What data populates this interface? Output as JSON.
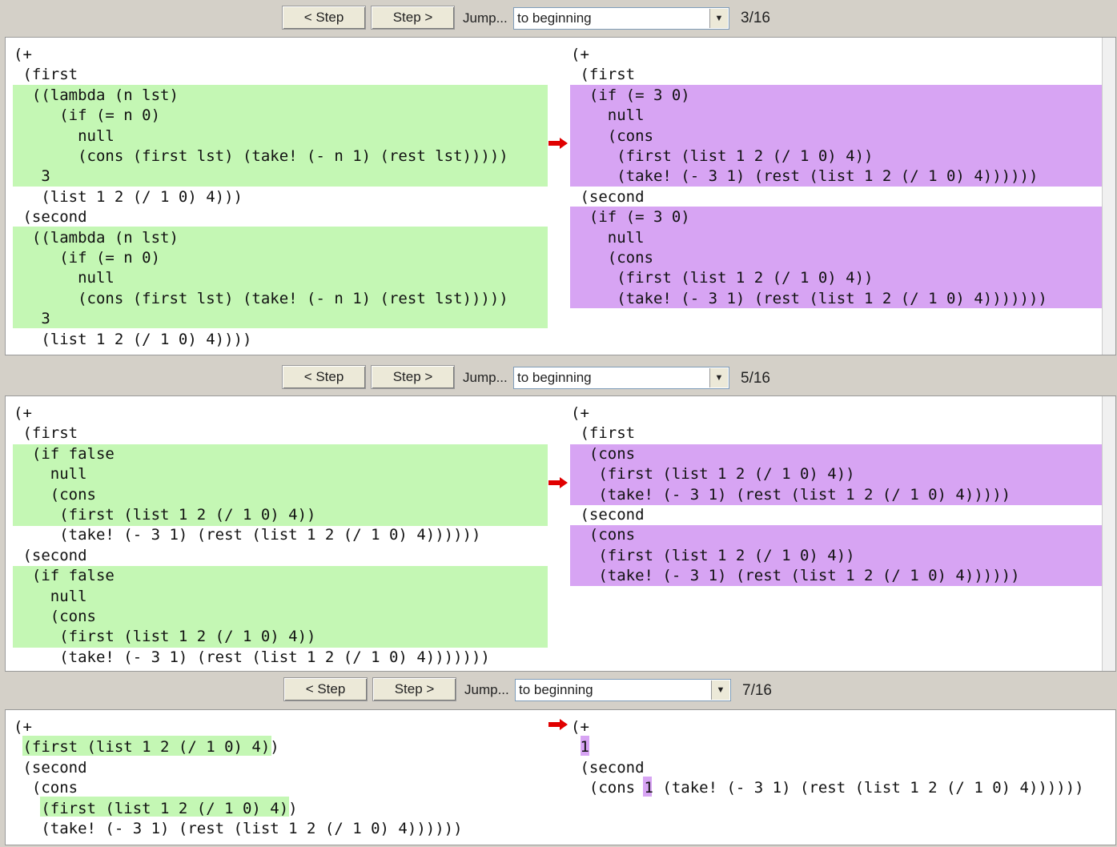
{
  "panels": [
    {
      "prev_label": "< Step",
      "next_label": "Step >",
      "jump_label": "Jump...",
      "jump_value": "to beginning",
      "counter": "3/16",
      "left_lines": [
        "(+",
        " (first",
        "  ((lambda (n lst)",
        "     (if (= n 0)",
        "       null",
        "       (cons (first lst) (take! (- n 1) (rest lst)))))",
        "   3",
        "   (list 1 2 (/ 1 0) 4)))",
        " (second",
        "  ((lambda (n lst)",
        "     (if (= n 0)",
        "       null",
        "       (cons (first lst) (take! (- n 1) (rest lst)))))",
        "   3",
        "   (list 1 2 (/ 1 0) 4))))"
      ],
      "right_lines": [
        "(+",
        " (first",
        "  (if (= 3 0)",
        "    null",
        "    (cons",
        "     (first (list 1 2 (/ 1 0) 4))",
        "     (take! (- 3 1) (rest (list 1 2 (/ 1 0) 4))))))",
        " (second",
        "  (if (= 3 0)",
        "    null",
        "    (cons",
        "     (first (list 1 2 (/ 1 0) 4))",
        "     (take! (- 3 1) (rest (list 1 2 (/ 1 0) 4)))))))"
      ]
    },
    {
      "prev_label": "< Step",
      "next_label": "Step >",
      "jump_label": "Jump...",
      "jump_value": "to beginning",
      "counter": "5/16",
      "left_lines": [
        "(+",
        " (first",
        "  (if false",
        "    null",
        "    (cons",
        "     (first (list 1 2 (/ 1 0) 4))",
        "     (take! (- 3 1) (rest (list 1 2 (/ 1 0) 4))))))",
        " (second",
        "  (if false",
        "    null",
        "    (cons",
        "     (first (list 1 2 (/ 1 0) 4))",
        "     (take! (- 3 1) (rest (list 1 2 (/ 1 0) 4)))))))"
      ],
      "right_lines": [
        "(+",
        " (first",
        "  (cons",
        "   (first (list 1 2 (/ 1 0) 4))",
        "   (take! (- 3 1) (rest (list 1 2 (/ 1 0) 4)))))",
        " (second",
        "  (cons",
        "   (first (list 1 2 (/ 1 0) 4))",
        "   (take! (- 3 1) (rest (list 1 2 (/ 1 0) 4))))))"
      ]
    },
    {
      "prev_label": "< Step",
      "next_label": "Step >",
      "jump_label": "Jump...",
      "jump_value": "to beginning",
      "counter": "7/16",
      "left_lines": [
        "(+",
        " (first (list 1 2 (/ 1 0) 4))",
        " (second",
        "  (cons",
        "   (first (list 1 2 (/ 1 0) 4))",
        "   (take! (- 3 1) (rest (list 1 2 (/ 1 0) 4))))))"
      ],
      "right_lines": [
        "(+",
        " 1",
        " (second",
        "  (cons 1 (take! (- 3 1) (rest (list 1 2 (/ 1 0) 4))))))"
      ]
    }
  ]
}
